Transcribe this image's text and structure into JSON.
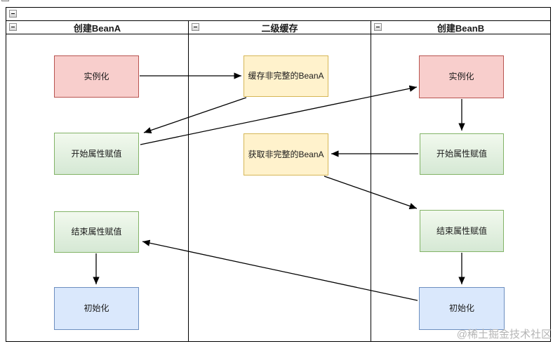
{
  "diagram": {
    "lanes": [
      {
        "title": "创建BeanA"
      },
      {
        "title": "二级缓存"
      },
      {
        "title": "创建BeanB"
      }
    ],
    "nodes": {
      "a1": {
        "label": "实例化",
        "lane": "创建BeanA",
        "color": "red"
      },
      "a2": {
        "label": "开始属性赋值",
        "lane": "创建BeanA",
        "color": "green"
      },
      "a3": {
        "label": "结束属性赋值",
        "lane": "创建BeanA",
        "color": "green"
      },
      "a4": {
        "label": "初始化",
        "lane": "创建BeanA",
        "color": "blue"
      },
      "c1": {
        "label": "缓存非完整的BeanA",
        "lane": "二级缓存",
        "color": "yellow"
      },
      "c2": {
        "label": "获取非完整的BeanA",
        "lane": "二级缓存",
        "color": "yellow"
      },
      "b1": {
        "label": "实例化",
        "lane": "创建BeanB",
        "color": "red"
      },
      "b2": {
        "label": "开始属性赋值",
        "lane": "创建BeanB",
        "color": "green"
      },
      "b3": {
        "label": "结束属性赋值",
        "lane": "创建BeanB",
        "color": "green"
      },
      "b4": {
        "label": "初始化",
        "lane": "创建BeanB",
        "color": "blue"
      }
    },
    "edges": [
      {
        "from": "a1",
        "to": "c1"
      },
      {
        "from": "c1",
        "to": "a2"
      },
      {
        "from": "a2",
        "to": "b1"
      },
      {
        "from": "b1",
        "to": "b2"
      },
      {
        "from": "b2",
        "to": "c2"
      },
      {
        "from": "c2",
        "to": "b3"
      },
      {
        "from": "b3",
        "to": "b4"
      },
      {
        "from": "b4",
        "to": "a3"
      },
      {
        "from": "a3",
        "to": "a4"
      }
    ],
    "palette": {
      "node_red_fill": "#f8cecc",
      "node_red_stroke": "#b85450",
      "node_green_fill_top": "#f2f9ee",
      "node_green_fill_bottom": "#d5e8d4",
      "node_green_stroke": "#82b366",
      "node_yellow_fill": "#fff2cc",
      "node_yellow_stroke": "#d6b656",
      "node_blue_fill": "#dae8fc",
      "node_blue_stroke": "#6c8ebf",
      "line": "#000000",
      "watermark": "#b5b5b5"
    },
    "watermark": "@稀土掘金技术社区"
  }
}
